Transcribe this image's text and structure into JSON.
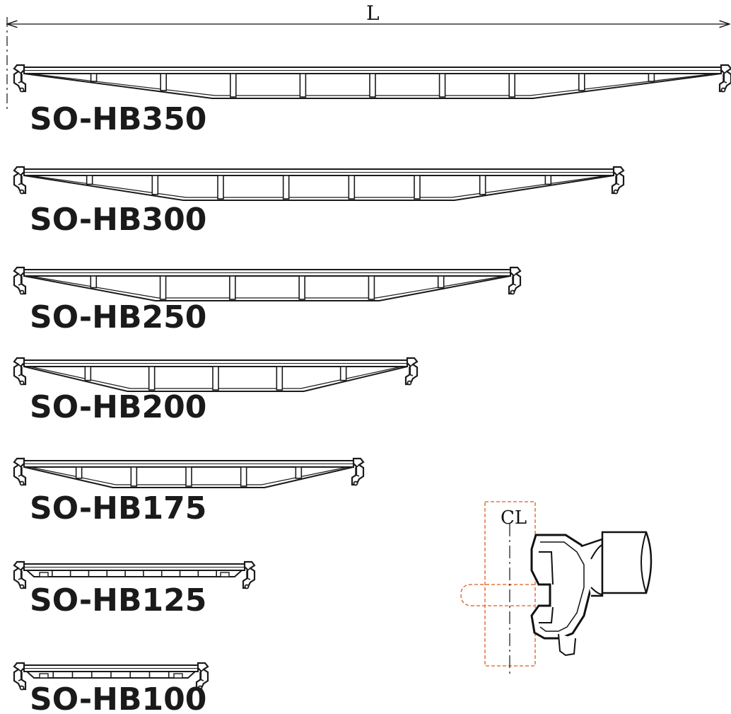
{
  "dimension": {
    "label": "L"
  },
  "centerline": {
    "label": "CL"
  },
  "beams": [
    {
      "id": "hb350",
      "label": "SO-HB350",
      "style": "truss",
      "verticals": 9
    },
    {
      "id": "hb300",
      "label": "SO-HB300",
      "style": "truss",
      "verticals": 8
    },
    {
      "id": "hb250",
      "label": "SO-HB250",
      "style": "truss",
      "verticals": 6
    },
    {
      "id": "hb200",
      "label": "SO-HB200",
      "style": "truss",
      "verticals": 5
    },
    {
      "id": "hb175",
      "label": "SO-HB175",
      "style": "truss",
      "verticals": 5
    },
    {
      "id": "hb125",
      "label": "SO-HB125",
      "style": "flat",
      "verticals": 10
    },
    {
      "id": "hb100",
      "label": "SO-HB100",
      "style": "flat",
      "verticals": 7
    }
  ],
  "colors": {
    "line": "#1a1a1a",
    "detail_dash": "#e05a1e"
  }
}
